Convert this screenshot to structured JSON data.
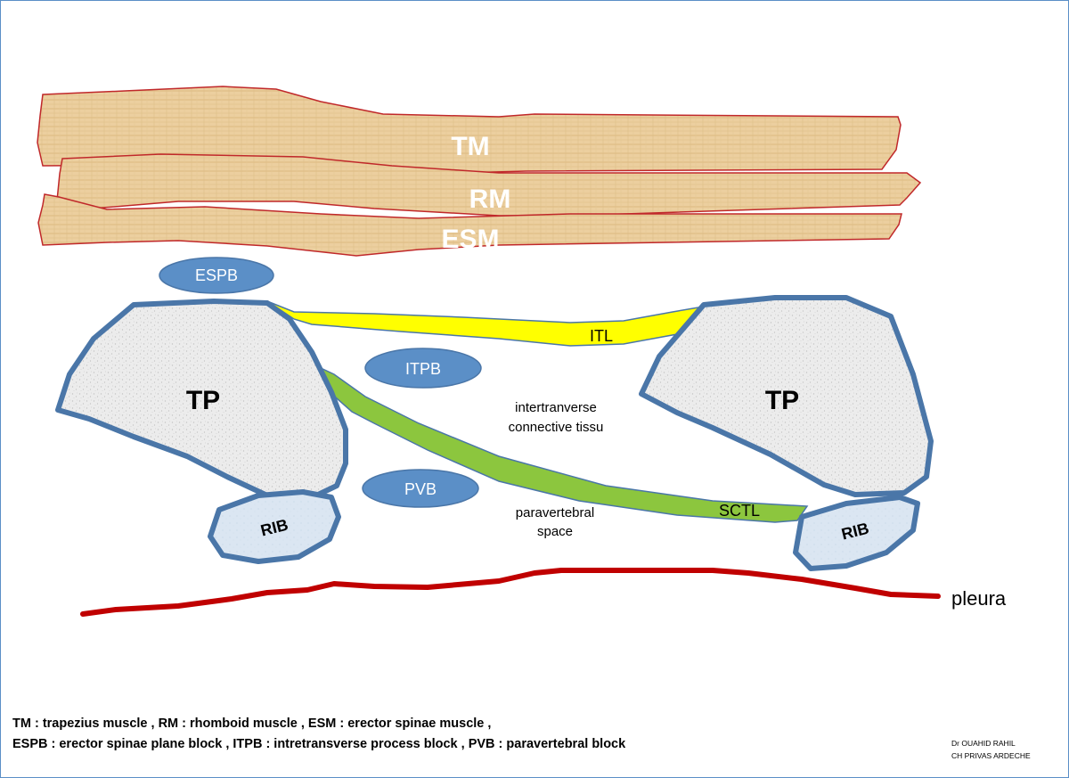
{
  "muscles": {
    "tm": "TM",
    "rm": "RM",
    "esm": "ESM"
  },
  "blocks": {
    "espb": "ESPB",
    "itpb": "ITPB",
    "pvb": "PVB"
  },
  "bones": {
    "tp_left": "TP",
    "tp_right": "TP",
    "rib_left": "RIB",
    "rib_right": "RIB"
  },
  "ligaments": {
    "itl": "ITL",
    "sctl": "SCTL"
  },
  "spaces": {
    "intertransverse_line1": "intertranverse",
    "intertransverse_line2": "connective tissu",
    "paravertebral_line1": "paravertebral",
    "paravertebral_line2": "space"
  },
  "pleura": "pleura",
  "legend": {
    "line1": "TM : trapezius muscle , RM : rhomboid muscle , ESM : erector spinae muscle ,",
    "line2": "ESPB : erector spinae plane block , ITPB : intretransverse process block  , PVB : paravertebral block"
  },
  "credit": {
    "line1": "Dr OUAHID RAHIL",
    "line2": "CH PRIVAS ARDECHE"
  },
  "colors": {
    "muscle_fill": "#eccf9f",
    "muscle_stroke": "#c0282a",
    "block_fill": "#5b8fc7",
    "bone_fill": "#ececec",
    "bone_stroke": "#4a76a8",
    "rib_fill": "#dbe6f2",
    "itl_fill": "#ffff00",
    "sctl_fill": "#8cc63e",
    "pleura": "#c00000"
  }
}
